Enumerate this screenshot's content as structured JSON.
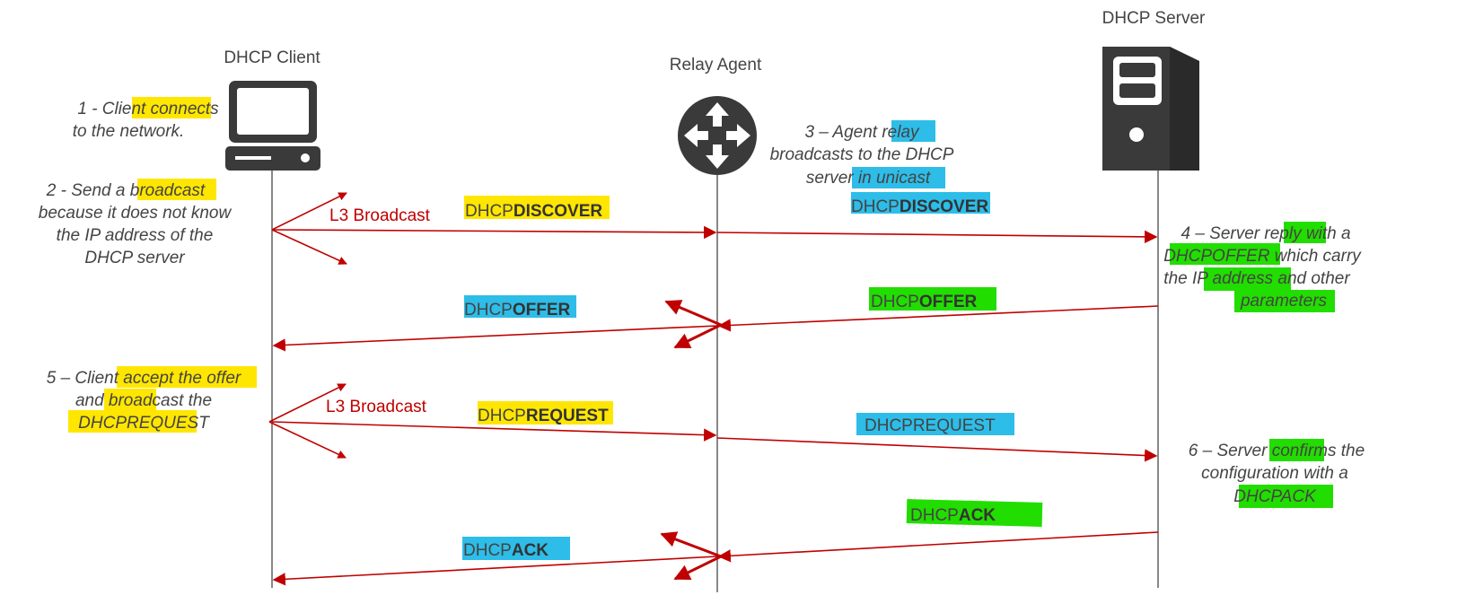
{
  "actors": {
    "client": "DHCP Client",
    "relay": "Relay Agent",
    "server": "DHCP Server"
  },
  "labels": {
    "l3_broadcast_1": "L3 Broadcast",
    "l3_broadcast_2": "L3 Broadcast",
    "discover_1_prefix": "DHCP",
    "discover_1_bold": "DISCOVER",
    "discover_2_prefix": "DHCP",
    "discover_2_bold": "DISCOVER",
    "offer_1_prefix": "DHCP",
    "offer_1_bold": "OFFER",
    "offer_2_prefix": "DHCP",
    "offer_2_bold": "OFFER",
    "request_1_prefix": "DHCP",
    "request_1_bold": "REQUEST",
    "request_2": "DHCPREQUEST",
    "ack_1_prefix": "DHCP",
    "ack_1_bold": "ACK",
    "ack_2_prefix": "DHCP",
    "ack_2_bold": "ACK"
  },
  "notes": {
    "n1": [
      "1 - Client connects",
      "to the network."
    ],
    "n2": [
      "2 - Send a broadcast",
      "because it does not know",
      "the IP address of the",
      "DHCP server"
    ],
    "n3": [
      "3 – Agent relay",
      "broadcasts to the DHCP",
      "server in unicast"
    ],
    "n4": [
      "4 – Server reply with a",
      "DHCPOFFER which carry",
      "the IP address and other",
      "parameters"
    ],
    "n5": [
      "5 – Client accept the offer",
      "and broadcast the",
      "DHCPREQUEST"
    ],
    "n6": [
      "6 – Server confirms the",
      "configuration with a",
      "DHCPACK"
    ]
  },
  "colors": {
    "arrow": "#c00000",
    "highlight_yellow": "#ffe600",
    "highlight_blue": "#2dbde8",
    "highlight_green": "#22dd00",
    "icon": "#3a3a3a"
  },
  "icons": {
    "client": "desktop-computer-icon",
    "relay": "router-icon",
    "server": "server-tower-icon"
  }
}
